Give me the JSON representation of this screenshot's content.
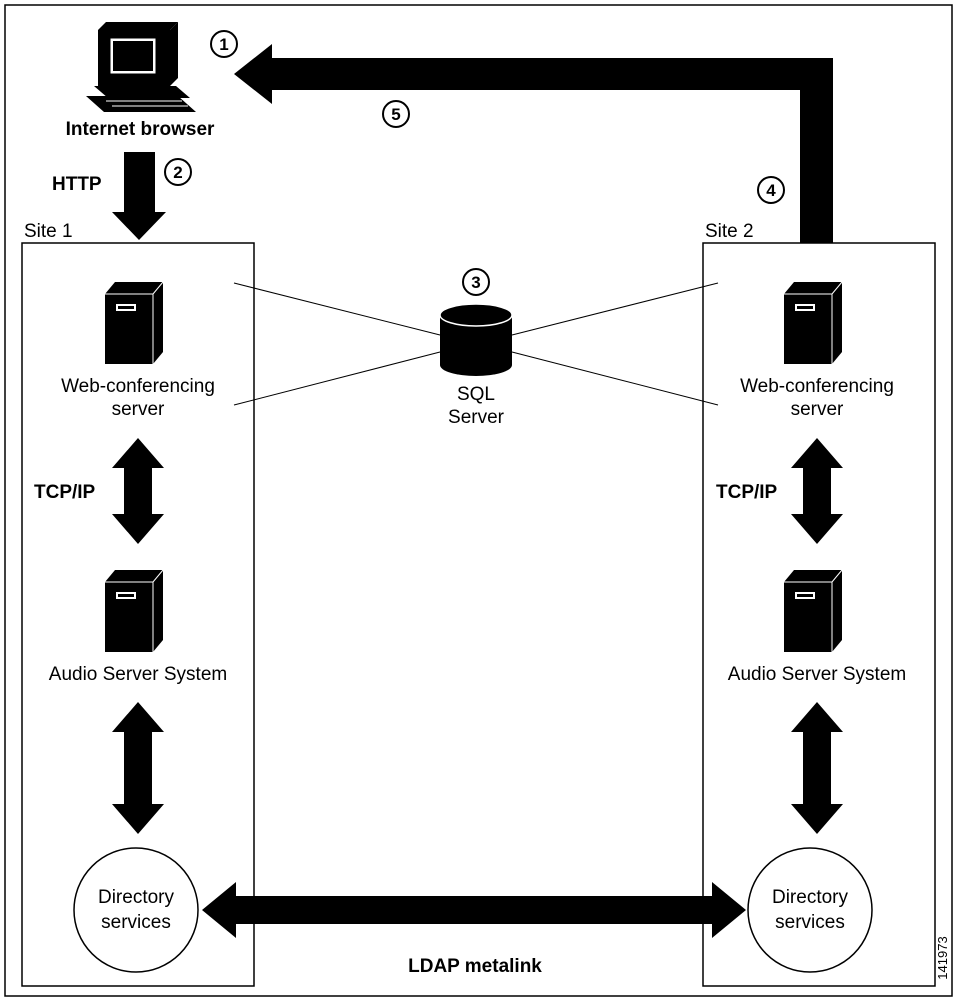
{
  "client": {
    "label": "Internet browser"
  },
  "protocol_http": "HTTP",
  "sites": [
    {
      "label": "Site 1",
      "web_server": {
        "line1": "Web-conferencing",
        "line2": "server"
      },
      "protocol": "TCP/IP",
      "audio_server": "Audio Server System",
      "directory": {
        "line1": "Directory",
        "line2": "services"
      }
    },
    {
      "label": "Site 2",
      "web_server": {
        "line1": "Web-conferencing",
        "line2": "server"
      },
      "protocol": "TCP/IP",
      "audio_server": "Audio Server System",
      "directory": {
        "line1": "Directory",
        "line2": "services"
      }
    }
  ],
  "database": {
    "line1": "SQL",
    "line2": "Server"
  },
  "ldap_link": "LDAP metalink",
  "steps": [
    "1",
    "2",
    "3",
    "4",
    "5"
  ],
  "figure_id": "141973"
}
